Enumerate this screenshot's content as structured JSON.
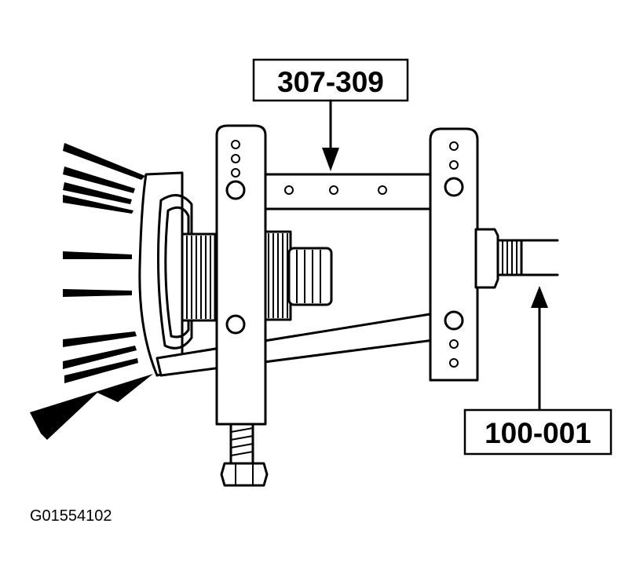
{
  "callouts": {
    "tool_top": "307-309",
    "tool_right": "100-001"
  },
  "figure_id": "G01554102",
  "colors": {
    "ink": "#000000",
    "paper": "#ffffff"
  },
  "icons": [
    "wedge-arrow-icon"
  ]
}
